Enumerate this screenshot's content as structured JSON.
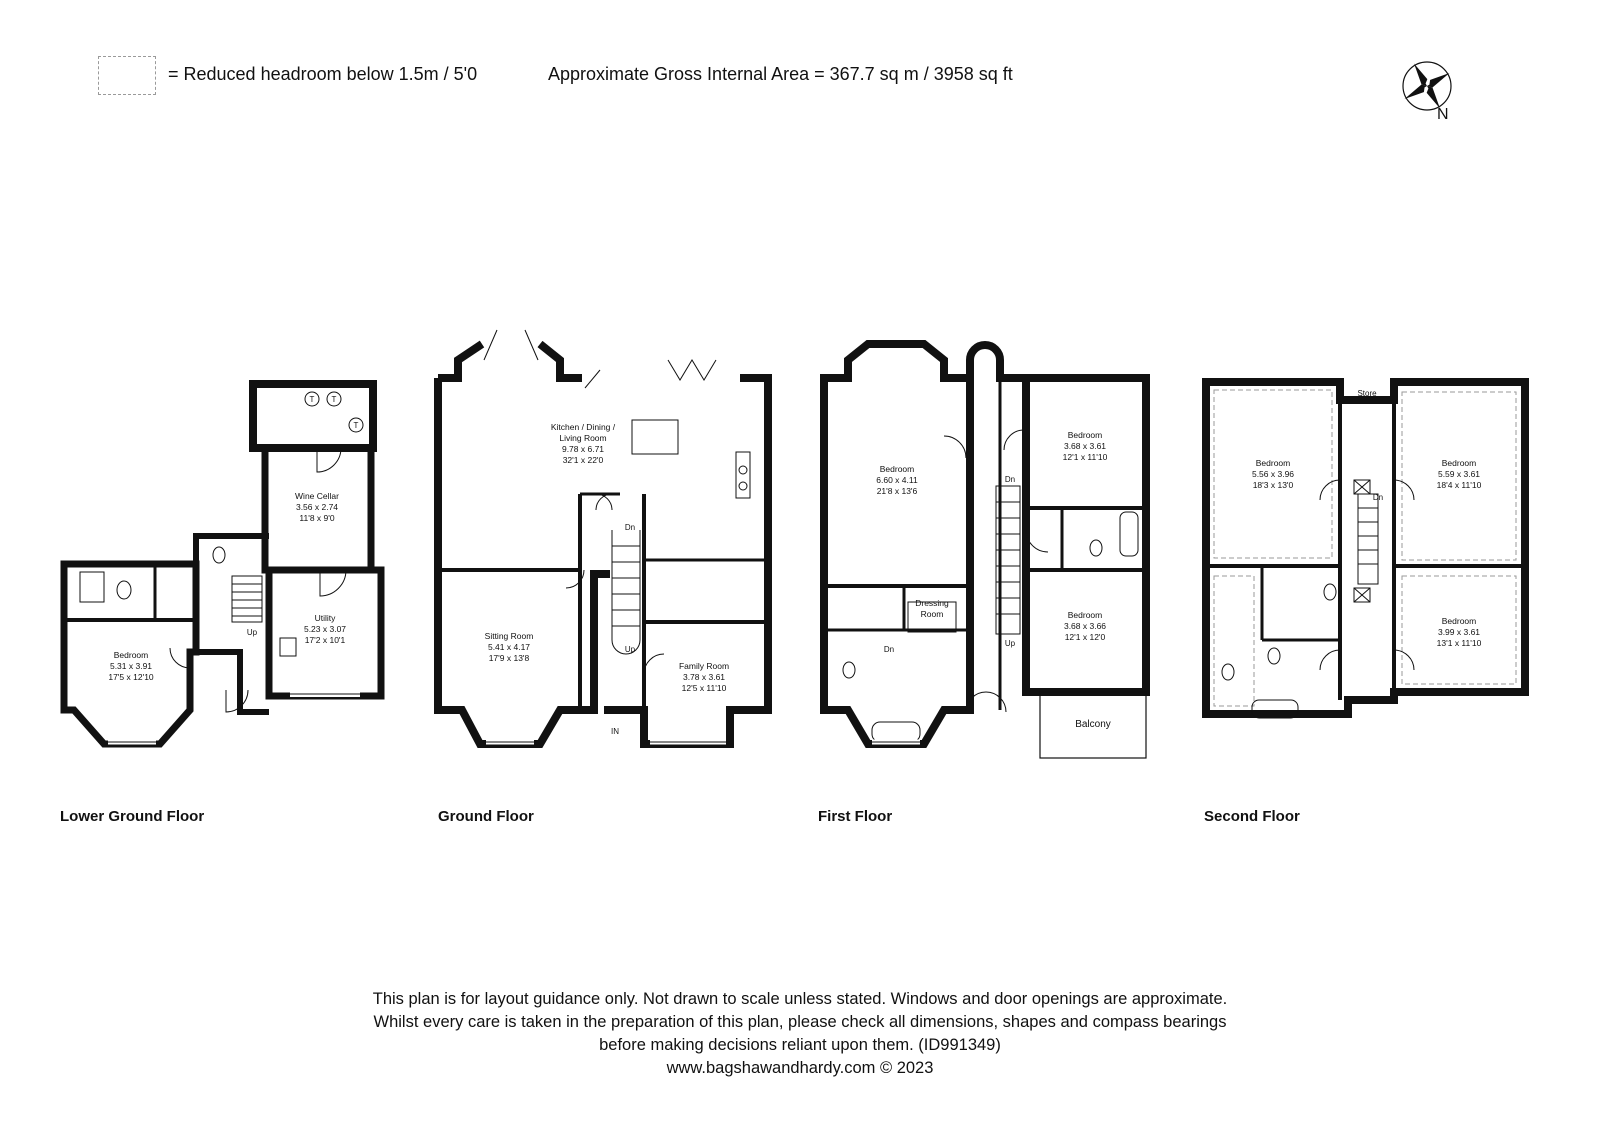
{
  "legend": {
    "text": "= Reduced headroom below 1.5m / 5'0"
  },
  "area": {
    "text": "Approximate Gross Internal Area = 367.7 sq m / 3958 sq ft"
  },
  "compass": {
    "label": "N",
    "icon": "compass-rose-icon"
  },
  "floors": [
    {
      "label": "Lower Ground Floor"
    },
    {
      "label": "Ground Floor"
    },
    {
      "label": "First Floor"
    },
    {
      "label": "Second Floor"
    }
  ],
  "lower_ground": {
    "bedroom": [
      "Bedroom",
      "5.31 x 3.91",
      "17'5 x 12'10"
    ],
    "wine_cellar": [
      "Wine Cellar",
      "3.56 x 2.74",
      "11'8 x 9'0"
    ],
    "utility": [
      "Utility",
      "5.23 x 3.07",
      "17'2 x 10'1"
    ],
    "up": "Up",
    "tank": "T"
  },
  "ground": {
    "kitchen": [
      "Kitchen / Dining /",
      "Living Room",
      "9.78 x 6.71",
      "32'1 x 22'0"
    ],
    "sitting": [
      "Sitting Room",
      "5.41 x 4.17",
      "17'9 x 13'8"
    ],
    "family": [
      "Family Room",
      "3.78 x 3.61",
      "12'5 x 11'10"
    ],
    "dn": "Dn",
    "up": "Up",
    "in": "IN"
  },
  "first": {
    "bedroom1": [
      "Bedroom",
      "6.60 x 4.11",
      "21'8 x 13'6"
    ],
    "bedroom2": [
      "Bedroom",
      "3.68 x 3.61",
      "12'1 x 11'10"
    ],
    "bedroom3": [
      "Bedroom",
      "3.68 x 3.66",
      "12'1 x 12'0"
    ],
    "dressing": [
      "Dressing",
      "Room"
    ],
    "balcony": "Balcony",
    "dn": "Dn",
    "up": "Up"
  },
  "second": {
    "bedroom1": [
      "Bedroom",
      "5.56 x 3.96",
      "18'3 x 13'0"
    ],
    "bedroom2": [
      "Bedroom",
      "5.59 x 3.61",
      "18'4 x 11'10"
    ],
    "bedroom3": [
      "Bedroom",
      "3.99 x 3.61",
      "13'1 x 11'10"
    ],
    "store": "Store",
    "dn": "Dn"
  },
  "disclaimer": [
    "This plan is for layout guidance only. Not drawn to scale unless stated. Windows and door openings are approximate.",
    "Whilst every care is taken in the preparation of this plan, please check all dimensions, shapes and compass bearings",
    "before making decisions reliant upon them. (ID991349)",
    "www.bagshawandhardy.com © 2023"
  ]
}
